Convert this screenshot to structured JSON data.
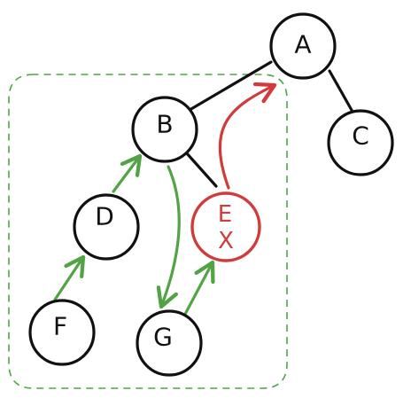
{
  "colors": {
    "background": "#ffffff",
    "node_stroke": "#111111",
    "node_text": "#111111",
    "highlight": "#d23b3b",
    "arrow_green": "#52a346",
    "group_border": "#52a346"
  },
  "nodes": {
    "a": {
      "label": "A"
    },
    "b": {
      "label": "B"
    },
    "c": {
      "label": "C"
    },
    "d": {
      "label": "D"
    },
    "e": {
      "label": "E",
      "mark": "X",
      "highlighted": true
    },
    "f": {
      "label": "F"
    },
    "g": {
      "label": "G"
    }
  },
  "edges": [
    {
      "from": "A",
      "to": "B"
    },
    {
      "from": "A",
      "to": "C"
    },
    {
      "from": "B",
      "to": "E"
    }
  ],
  "arrows": [
    {
      "from": "F",
      "to": "D",
      "color": "green"
    },
    {
      "from": "D",
      "to": "B",
      "color": "green"
    },
    {
      "from": "B",
      "to": "G",
      "color": "green"
    },
    {
      "from": "G",
      "to": "E",
      "color": "green"
    },
    {
      "from": "E",
      "to": "A",
      "color": "red"
    }
  ],
  "group": {
    "members": [
      "B",
      "D",
      "E",
      "F",
      "G"
    ],
    "style": "dashed"
  }
}
